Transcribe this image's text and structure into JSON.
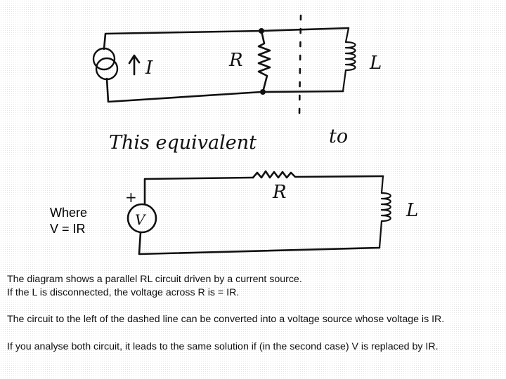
{
  "diagram": {
    "top_circuit": {
      "source_label": "I",
      "resistor_label": "R",
      "inductor_label": "L"
    },
    "equivalence_text": "This equivalent",
    "equivalence_to": "to",
    "bottom_circuit": {
      "source_symbol": "V",
      "plus_sign": "+",
      "resistor_label": "R",
      "inductor_label": "L"
    },
    "where_label": "Where",
    "where_equation": "V = IR"
  },
  "captions": [
    "The diagram shows a parallel RL circuit driven by a current source.",
    "If the L is disconnected, the voltage across R is = IR.",
    "The circuit to the left of the dashed line can be converted into a voltage source whose voltage is IR.",
    "If you analyse both circuit, it leads to the same solution if (in the second case) V is replaced by IR."
  ]
}
